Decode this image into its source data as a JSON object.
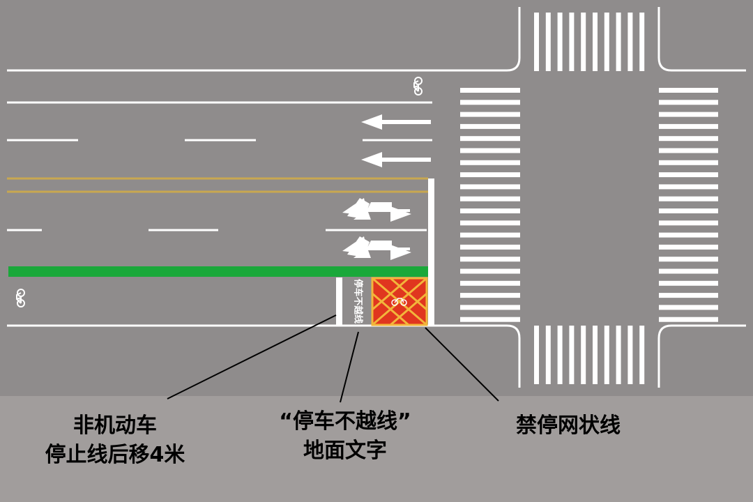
{
  "colors": {
    "road": "#8f8c8c",
    "marking_white": "#ffffff",
    "center_yellow": "#c8a850",
    "bike_lane_green": "#1aa83a",
    "no_stop_box_fill": "#e0361f",
    "no_stop_box_hatch": "#f2b63b",
    "caption_text": "#000000"
  },
  "icons": [
    "bicycle-icon",
    "arrow-left-icon",
    "arrow-turn-left-straight-icon",
    "no-stop-hatched-box"
  ],
  "pavement_text": "停车不越线",
  "captions": {
    "left": {
      "line1": "非机动车",
      "line2": "停止线后移4米"
    },
    "middle": {
      "line1": "“停车不越线”",
      "line2": "地面文字"
    },
    "right": {
      "line1": "禁停网状线"
    }
  }
}
